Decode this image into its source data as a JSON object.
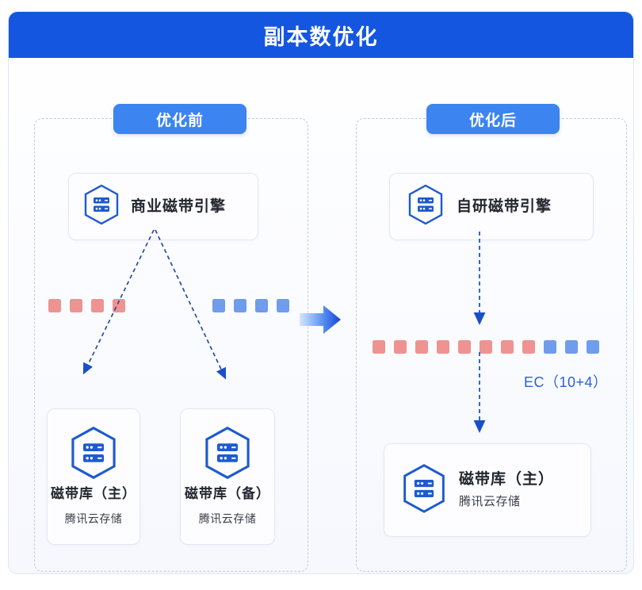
{
  "header": {
    "title": "副本数优化"
  },
  "panels": [
    {
      "id": "before",
      "badge": "优化前",
      "engine": {
        "label": "商业磁带引擎",
        "icon": "server-hexagon-icon"
      },
      "blocks": {
        "red_count": 4,
        "blue_count": 4,
        "red_color": "#ee9391",
        "blue_color": "#6f9cec"
      },
      "targets": [
        {
          "title": "磁带库（主）",
          "subtitle": "腾讯云存储",
          "icon": "server-hexagon-icon"
        },
        {
          "title": "磁带库（备）",
          "subtitle": "腾讯云存储",
          "icon": "server-hexagon-icon"
        }
      ]
    },
    {
      "id": "after",
      "badge": "优化后",
      "engine": {
        "label": "自研磁带引擎",
        "icon": "server-hexagon-icon"
      },
      "blocks": {
        "red_count": 8,
        "blue_count": 3,
        "red_color": "#ee9391",
        "blue_color": "#6f9cec"
      },
      "ec_label": "EC（10+4）",
      "targets": [
        {
          "title": "磁带库（主）",
          "subtitle": "腾讯云存储",
          "icon": "server-hexagon-icon"
        }
      ]
    }
  ],
  "transition": {
    "icon": "right-arrow-icon",
    "direction": "right"
  },
  "colors": {
    "header_blue": "#1456e0",
    "badge_blue": "#3c84f0",
    "accent_blue": "#2a61d8",
    "icon_blue": "#1e5ad0",
    "panel_dash": "#c2cbdc",
    "arrow_dash": "#2b5fd0"
  }
}
